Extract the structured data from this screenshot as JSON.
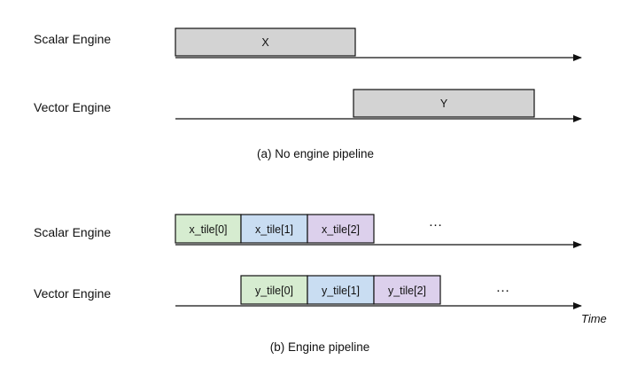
{
  "colors": {
    "gray": "#d3d3d3",
    "green": "#d6ecd0",
    "blue": "#c9ddf2",
    "purple": "#dcd0ec",
    "stroke": "#111111"
  },
  "panel_a": {
    "caption": "(a) No engine pipeline",
    "lanes": [
      {
        "label": "Scalar Engine",
        "boxes": [
          {
            "label": "X",
            "color": "gray"
          }
        ],
        "ellipsis": ""
      },
      {
        "label": "Vector Engine",
        "boxes": [
          {
            "label": "Y",
            "color": "gray"
          }
        ],
        "ellipsis": ""
      }
    ]
  },
  "panel_b": {
    "caption": "(b) Engine pipeline",
    "axis_label": "Time",
    "lanes": [
      {
        "label": "Scalar Engine",
        "boxes": [
          {
            "label": "x_tile[0]",
            "color": "green"
          },
          {
            "label": "x_tile[1]",
            "color": "blue"
          },
          {
            "label": "x_tile[2]",
            "color": "purple"
          }
        ],
        "ellipsis": "…"
      },
      {
        "label": "Vector Engine",
        "boxes": [
          {
            "label": "y_tile[0]",
            "color": "green"
          },
          {
            "label": "y_tile[1]",
            "color": "blue"
          },
          {
            "label": "y_tile[2]",
            "color": "purple"
          }
        ],
        "ellipsis": "…"
      }
    ]
  }
}
